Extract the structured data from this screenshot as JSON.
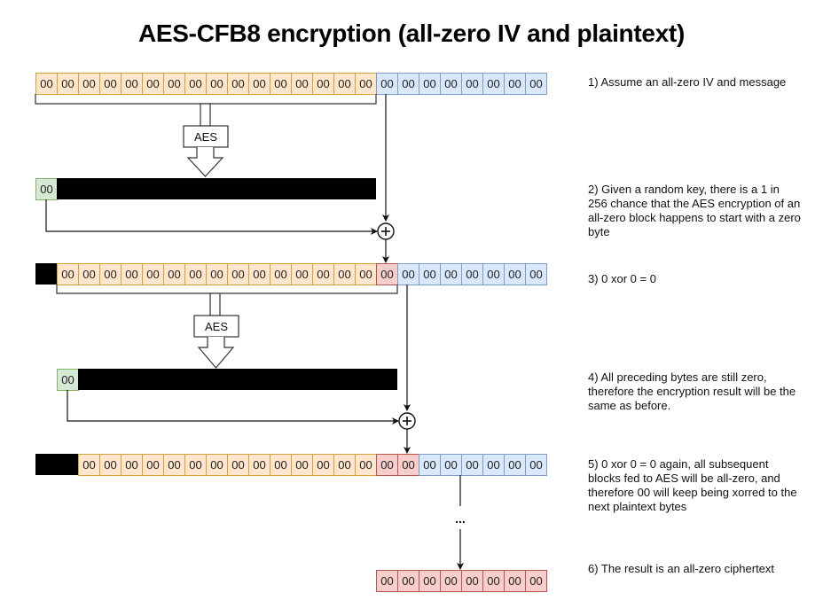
{
  "title": "AES-CFB8 encryption (all-zero IV and plaintext)",
  "colors": {
    "plaintext_orange_fill": "#ffe6cc",
    "plaintext_orange_stroke": "#d6a03a",
    "iv_blue_fill": "#dae8fc",
    "iv_blue_stroke": "#7e9bc8",
    "result_green_fill": "#d5e8d4",
    "result_green_stroke": "#82b366",
    "cipher_red_fill": "#f8cecc",
    "cipher_red_stroke": "#b85450",
    "redacted_black": "#000000"
  },
  "byte_value": "00",
  "aes_label": "AES",
  "ellipsis": "...",
  "rows": [
    {
      "id": "row1",
      "segments": [
        {
          "kind": "orange",
          "count": 16
        },
        {
          "kind": "blue",
          "count": 8
        }
      ]
    },
    {
      "id": "row2",
      "segments": [
        {
          "kind": "green",
          "count": 1
        },
        {
          "kind": "black",
          "count": 15
        }
      ]
    },
    {
      "id": "row3",
      "segments": [
        {
          "kind": "black",
          "count": 1
        },
        {
          "kind": "orange",
          "count": 15
        },
        {
          "kind": "red",
          "count": 1
        },
        {
          "kind": "blue",
          "count": 7
        }
      ]
    },
    {
      "id": "row4",
      "segments": [
        {
          "kind": "green",
          "count": 1
        },
        {
          "kind": "black",
          "count": 15
        }
      ]
    },
    {
      "id": "row5",
      "segments": [
        {
          "kind": "black",
          "count": 2
        },
        {
          "kind": "orange",
          "count": 14
        },
        {
          "kind": "red",
          "count": 2
        },
        {
          "kind": "blue",
          "count": 6
        }
      ]
    },
    {
      "id": "row6",
      "segments": [
        {
          "kind": "red",
          "count": 8
        }
      ]
    }
  ],
  "notes": [
    "1) Assume an all-zero IV and message",
    "2) Given a random key, there is a 1 in 256 chance that the AES encryption of an all-zero block happens to start with a zero byte",
    "3) 0 xor 0 = 0",
    "4) All preceding bytes are still zero, therefore the encryption result will be the same as before.",
    "5) 0 xor 0 = 0 again, all subsequent blocks fed to AES will be all-zero, and therefore 00 will keep being xorred to the next plaintext bytes",
    "6) The result is an all-zero ciphertext"
  ]
}
